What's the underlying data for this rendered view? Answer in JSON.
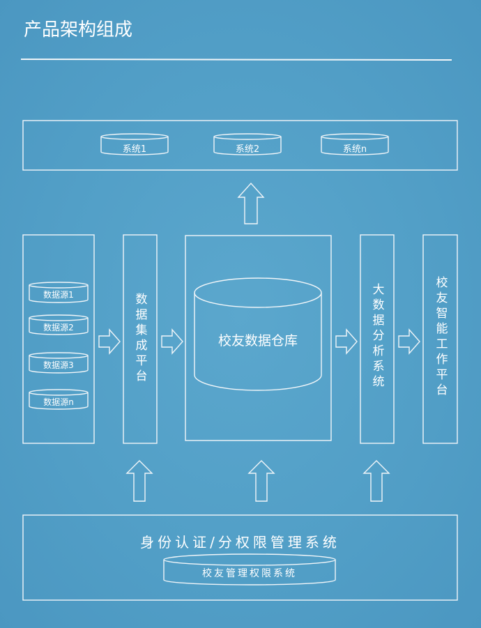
{
  "header": {
    "title": "产品架构组成"
  },
  "top_systems": [
    "系统1",
    "系统2",
    "系统n"
  ],
  "data_sources": [
    "数据源1",
    "数据源2",
    "数据源3",
    "数据源n"
  ],
  "integration_platform": "数据集成平台",
  "warehouse": "校友数据仓库",
  "analysis_system": "大数据分析系统",
  "work_platform": "校友智能工作平台",
  "auth_system": {
    "title": "身份认证/分权限管理系统",
    "db": "校友管理权限系统"
  }
}
